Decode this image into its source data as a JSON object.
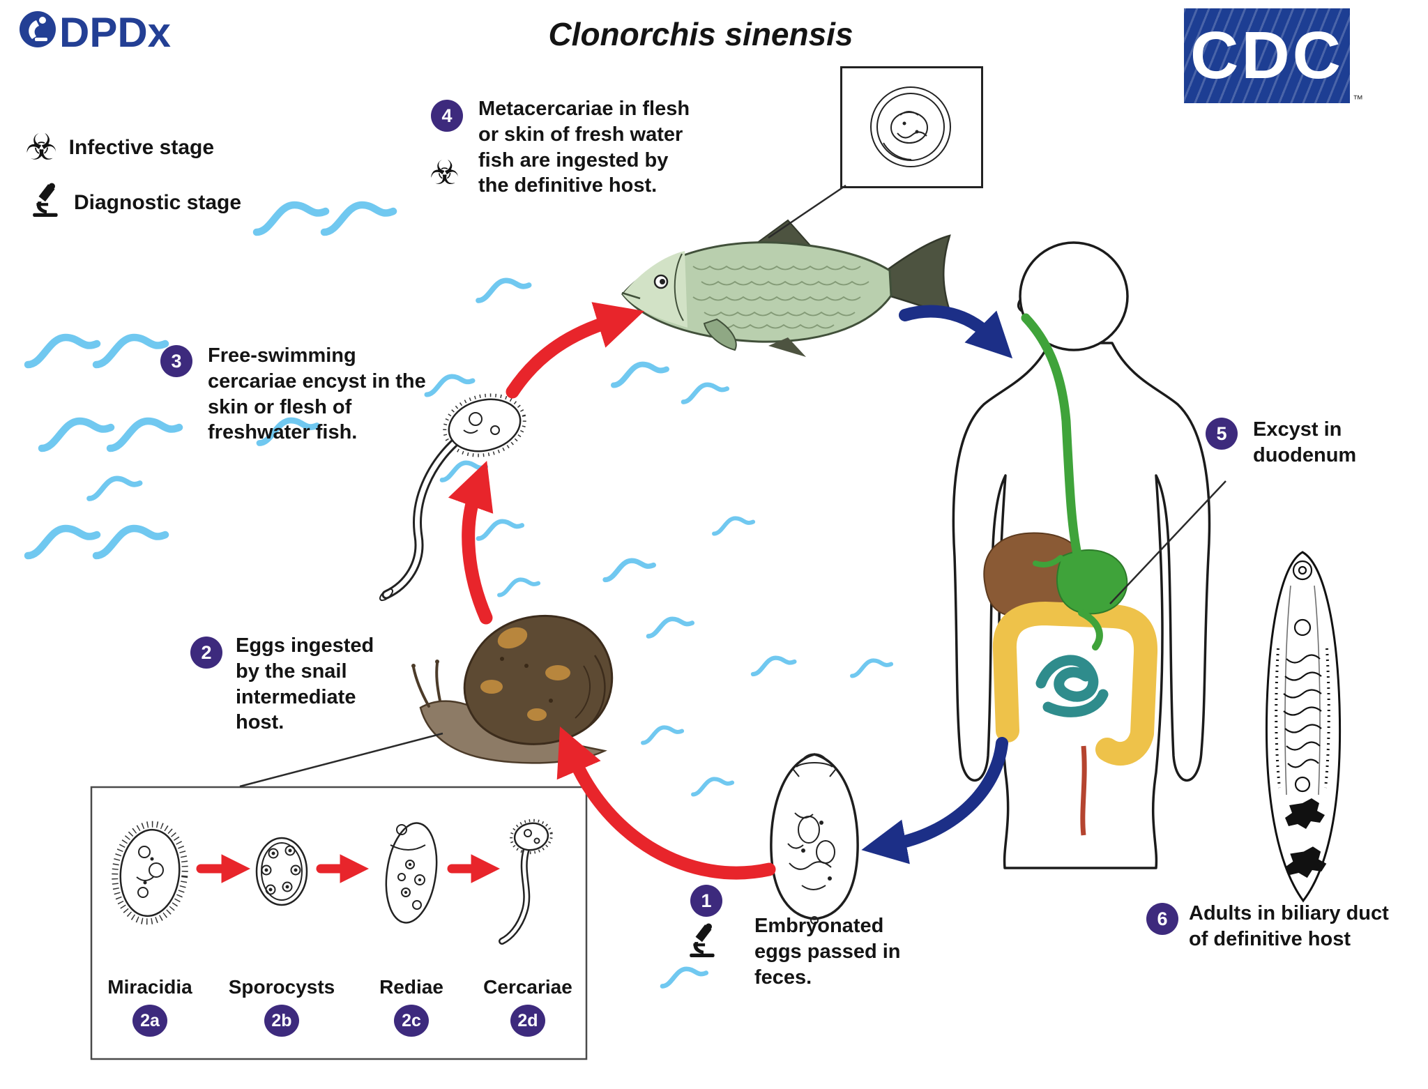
{
  "title": "Clonorchis sinensis",
  "logos": {
    "dpdx": "DPDx",
    "cdc": "CDC",
    "cdc_tm": "™"
  },
  "legend": {
    "infective": "Infective stage",
    "diagnostic": "Diagnostic stage"
  },
  "icons": {
    "biohazard": "☣"
  },
  "steps": {
    "s1": {
      "num": "1",
      "text": "Embryonated eggs passed in feces."
    },
    "s2": {
      "num": "2",
      "text": "Eggs ingested by the snail intermediate host."
    },
    "s3": {
      "num": "3",
      "text": "Free-swimming cercariae encyst in the skin or flesh of freshwater fish."
    },
    "s4": {
      "num": "4",
      "text": "Metacercariae in flesh or skin of fresh water fish are ingested by the definitive host."
    },
    "s5": {
      "num": "5",
      "text": "Excyst in duodenum"
    },
    "s6": {
      "num": "6",
      "text": "Adults in biliary duct of definitive host"
    }
  },
  "substages": {
    "items": [
      {
        "badge": "2a",
        "label": "Miracidia"
      },
      {
        "badge": "2b",
        "label": "Sporocysts"
      },
      {
        "badge": "2c",
        "label": "Rediae"
      },
      {
        "badge": "2d",
        "label": "Cercariae"
      }
    ]
  },
  "colors": {
    "accent_purple": "#3d2a7d",
    "arrow_red": "#e8252b",
    "arrow_blue": "#1c2f87",
    "water_blue": "#70c8f0",
    "cdc_blue": "#1d3e93",
    "dpdx_blue": "#233f94"
  }
}
